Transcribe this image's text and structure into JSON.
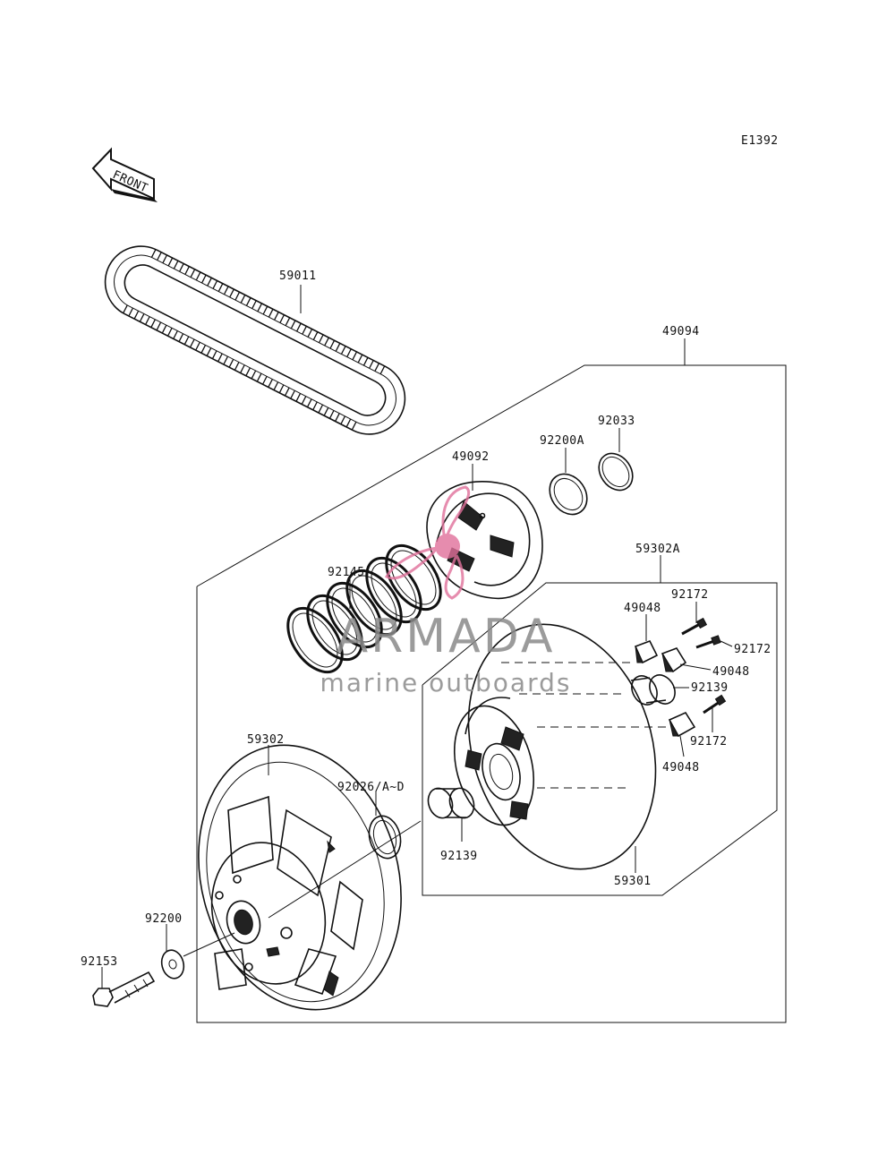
{
  "diagram_id": "E1392",
  "front_arrow_label": "FRONT",
  "watermark": {
    "brand": "ARMADA",
    "tagline": "marine outboards",
    "logo_color": "#e0709a",
    "text_color": "#8a8a8a"
  },
  "parts": {
    "belt": "59011",
    "driven_pulley_assy": "49094",
    "cam": "49092",
    "spacer_92200A": "92200A",
    "circlip": "92033",
    "spring": "92145",
    "moveable_sheave_assy": "59302A",
    "bolt_upper": "92172",
    "bolt_mid": "92172",
    "bolt_lower": "92172",
    "slider_upper": "49048",
    "slider_mid": "49048",
    "slider_lower": "49048",
    "bushing_upper": "92139",
    "bushing_lower": "92139",
    "fixed_sheave": "59302",
    "shim": "92026/A~D",
    "moveable_sheave": "59301",
    "washer": "92200",
    "bolt_main": "92153"
  }
}
